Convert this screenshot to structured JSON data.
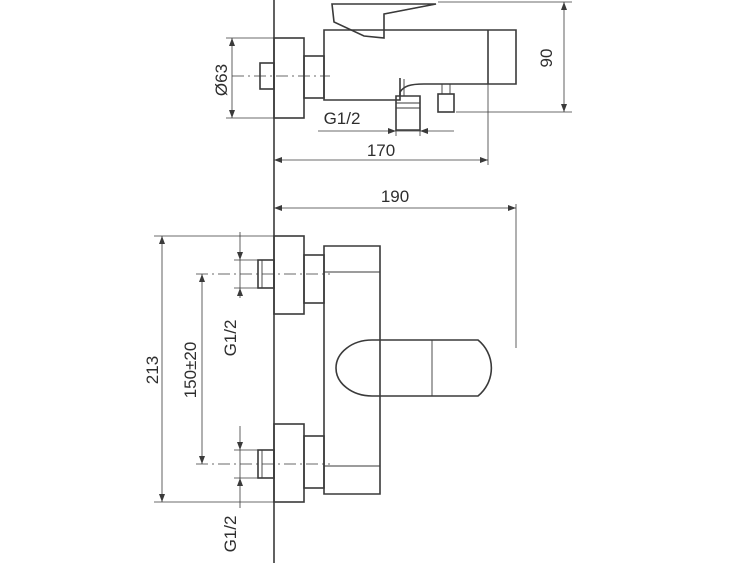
{
  "dimensions": {
    "diameter": "Ø63",
    "top_height": "90",
    "top_thread": "G1/2",
    "top_length": "170",
    "front_length": "190",
    "front_height": "213",
    "center_spacing": "150±20",
    "front_thread_upper": "G1/2",
    "front_thread_lower": "G1/2"
  }
}
